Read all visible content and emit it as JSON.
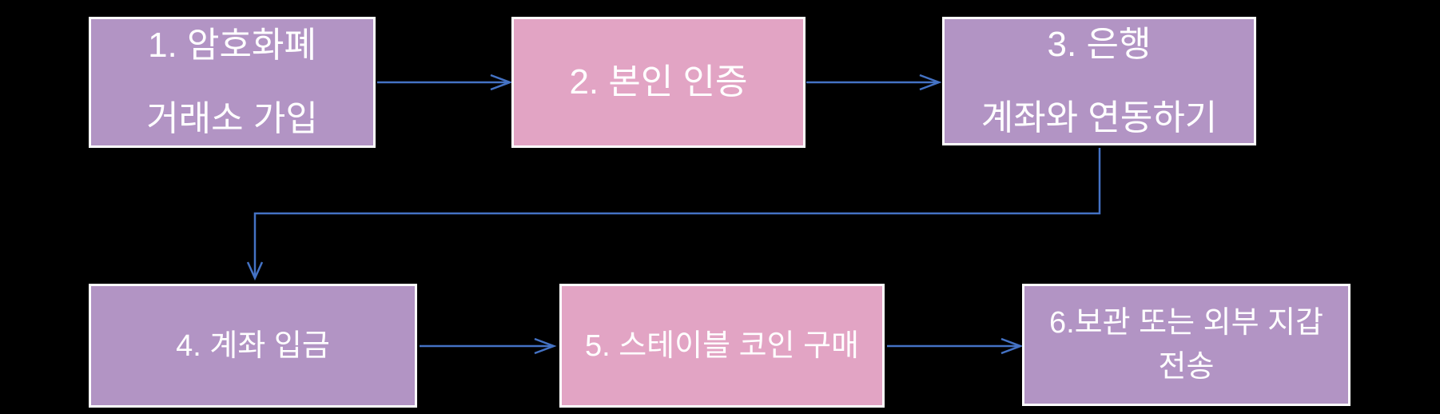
{
  "diagram": {
    "type": "flowchart",
    "steps": [
      {
        "lines": [
          "1. 암호화폐",
          "거래소 가입"
        ],
        "color": "purple"
      },
      {
        "lines": [
          "2. 본인 인증"
        ],
        "color": "pink"
      },
      {
        "lines": [
          "3. 은행",
          "계좌와 연동하기"
        ],
        "color": "purple"
      },
      {
        "lines": [
          "4. 계좌 입금"
        ],
        "color": "purple"
      },
      {
        "lines": [
          "5. 스테이블 코인 구매"
        ],
        "color": "pink"
      },
      {
        "lines": [
          "6.보관 또는 외부 지갑",
          "전송"
        ],
        "color": "purple"
      }
    ],
    "connections": [
      {
        "from": "step-1",
        "to": "step-2",
        "shape": "straight-right-arrow"
      },
      {
        "from": "step-2",
        "to": "step-3",
        "shape": "straight-right-arrow"
      },
      {
        "from": "step-3",
        "to": "step-4",
        "shape": "elbow-down-left-down-arrow"
      },
      {
        "from": "step-4",
        "to": "step-5",
        "shape": "straight-right-arrow"
      },
      {
        "from": "step-5",
        "to": "step-6",
        "shape": "straight-right-arrow"
      }
    ]
  },
  "colors": {
    "box-purple": "#B294C4",
    "box-pink": "#E2A4C4",
    "box-border": "#FFFFFF",
    "arrow": "#4472C4",
    "text": "#FFFFFF",
    "background": "#000000"
  }
}
